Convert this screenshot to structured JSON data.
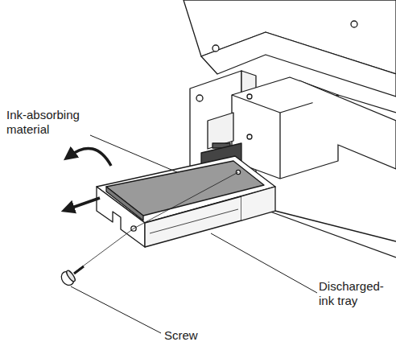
{
  "diagram": {
    "labels": [
      "Ink-absorbing material",
      "Discharged-ink tray",
      "Screw"
    ]
  }
}
